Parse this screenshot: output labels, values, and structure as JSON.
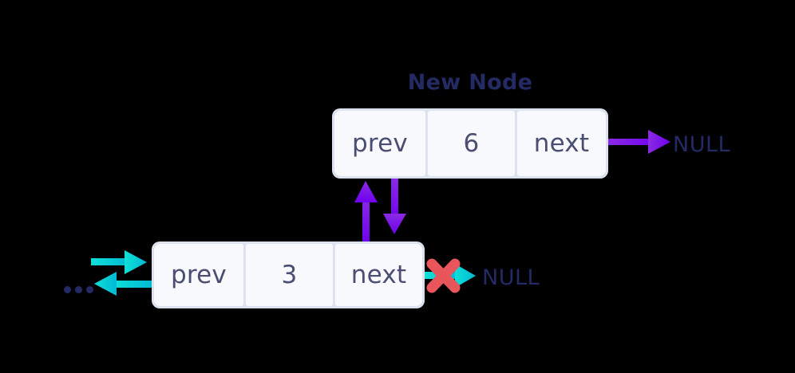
{
  "diagram": {
    "title_label": "New Node",
    "colors": {
      "background": "#000000",
      "node_border": "#dde3ee",
      "node_fill": "#f8f9fd",
      "node_text": "#4a4e72",
      "title_text": "#242a63",
      "null_text": "#242a63",
      "purple_arrow": "#7b24f0",
      "cyan_arrow": "#15d4d4",
      "red_cross": "#e8555a",
      "ellipsis_dot": "#242a63"
    },
    "new_node": {
      "title": "New Node",
      "prev_label": "prev",
      "value_label": "6",
      "next_label": "next"
    },
    "existing_node": {
      "prev_label": "prev",
      "value_label": "3",
      "next_label": "next"
    },
    "null_top_label": "NULL",
    "null_bottom_label": "NULL",
    "ellipsis_label": "...",
    "arrows": {
      "new_next_to_null": "next pointer of new node points to NULL",
      "up_arrow": "next pointer of existing node points up to new node",
      "down_arrow": "prev pointer of new node points down to existing node",
      "cyan_in": "incoming link from previous nodes",
      "cyan_out": "prev pointer of existing node points back",
      "broken_link": "old next pointer to NULL is removed"
    }
  }
}
